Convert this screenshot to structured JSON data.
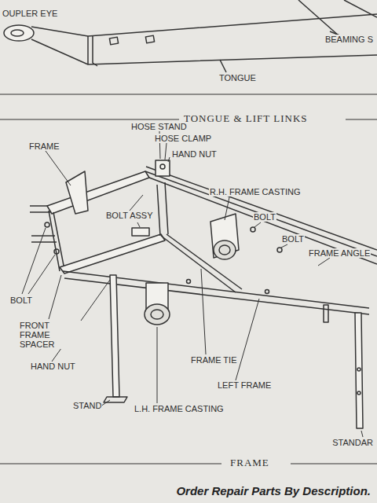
{
  "diagram": {
    "caption": "Order Repair Parts By Description.",
    "labels": [
      "OUPLER EYE",
      "BEAMING S",
      "TONGUE",
      "TONGUE & LIFT LINKS",
      "FRAME",
      "HOSE STAND",
      "HOSE CLAMP",
      "HAND NUT",
      "R.H. FRAME CASTING",
      "BOLT ASSY",
      "BOLT",
      "BOLT",
      "FRAME ANGLE",
      "BOLT",
      "FRONT FRAME SPACER",
      "HAND NUT",
      "FRAME TIE",
      "LEFT FRAME",
      "STAND",
      "L.H. FRAME CASTING",
      "STANDAR",
      "FRAME"
    ]
  }
}
